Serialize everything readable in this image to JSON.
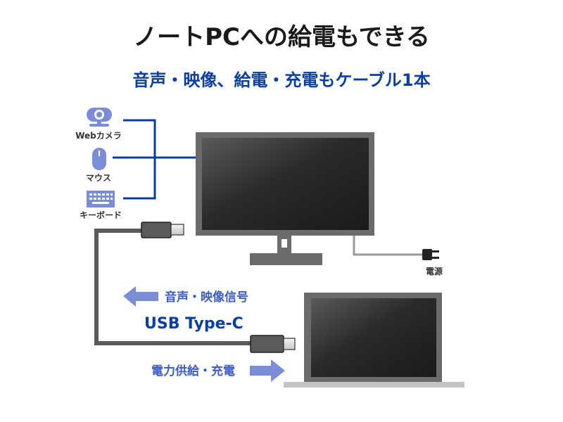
{
  "title": "ノートPCへの給電もできる",
  "subtitle": "音声・映像、給電・充電もケーブル1本",
  "devices": [
    {
      "label": "Webカメラ",
      "icon": "webcam-icon"
    },
    {
      "label": "マウス",
      "icon": "mouse-icon"
    },
    {
      "label": "キーボード",
      "icon": "keyboard-icon"
    }
  ],
  "power_label": "電源",
  "signal_label": "音声・映像信号",
  "cable_label": "USB Type-C",
  "power_supply_label": "電力供給・充電",
  "colors": {
    "accent": "#0a3fa0",
    "arrow": "#7b8dd6",
    "icon": "#7b8dd6",
    "device": "#6b6b6b"
  }
}
